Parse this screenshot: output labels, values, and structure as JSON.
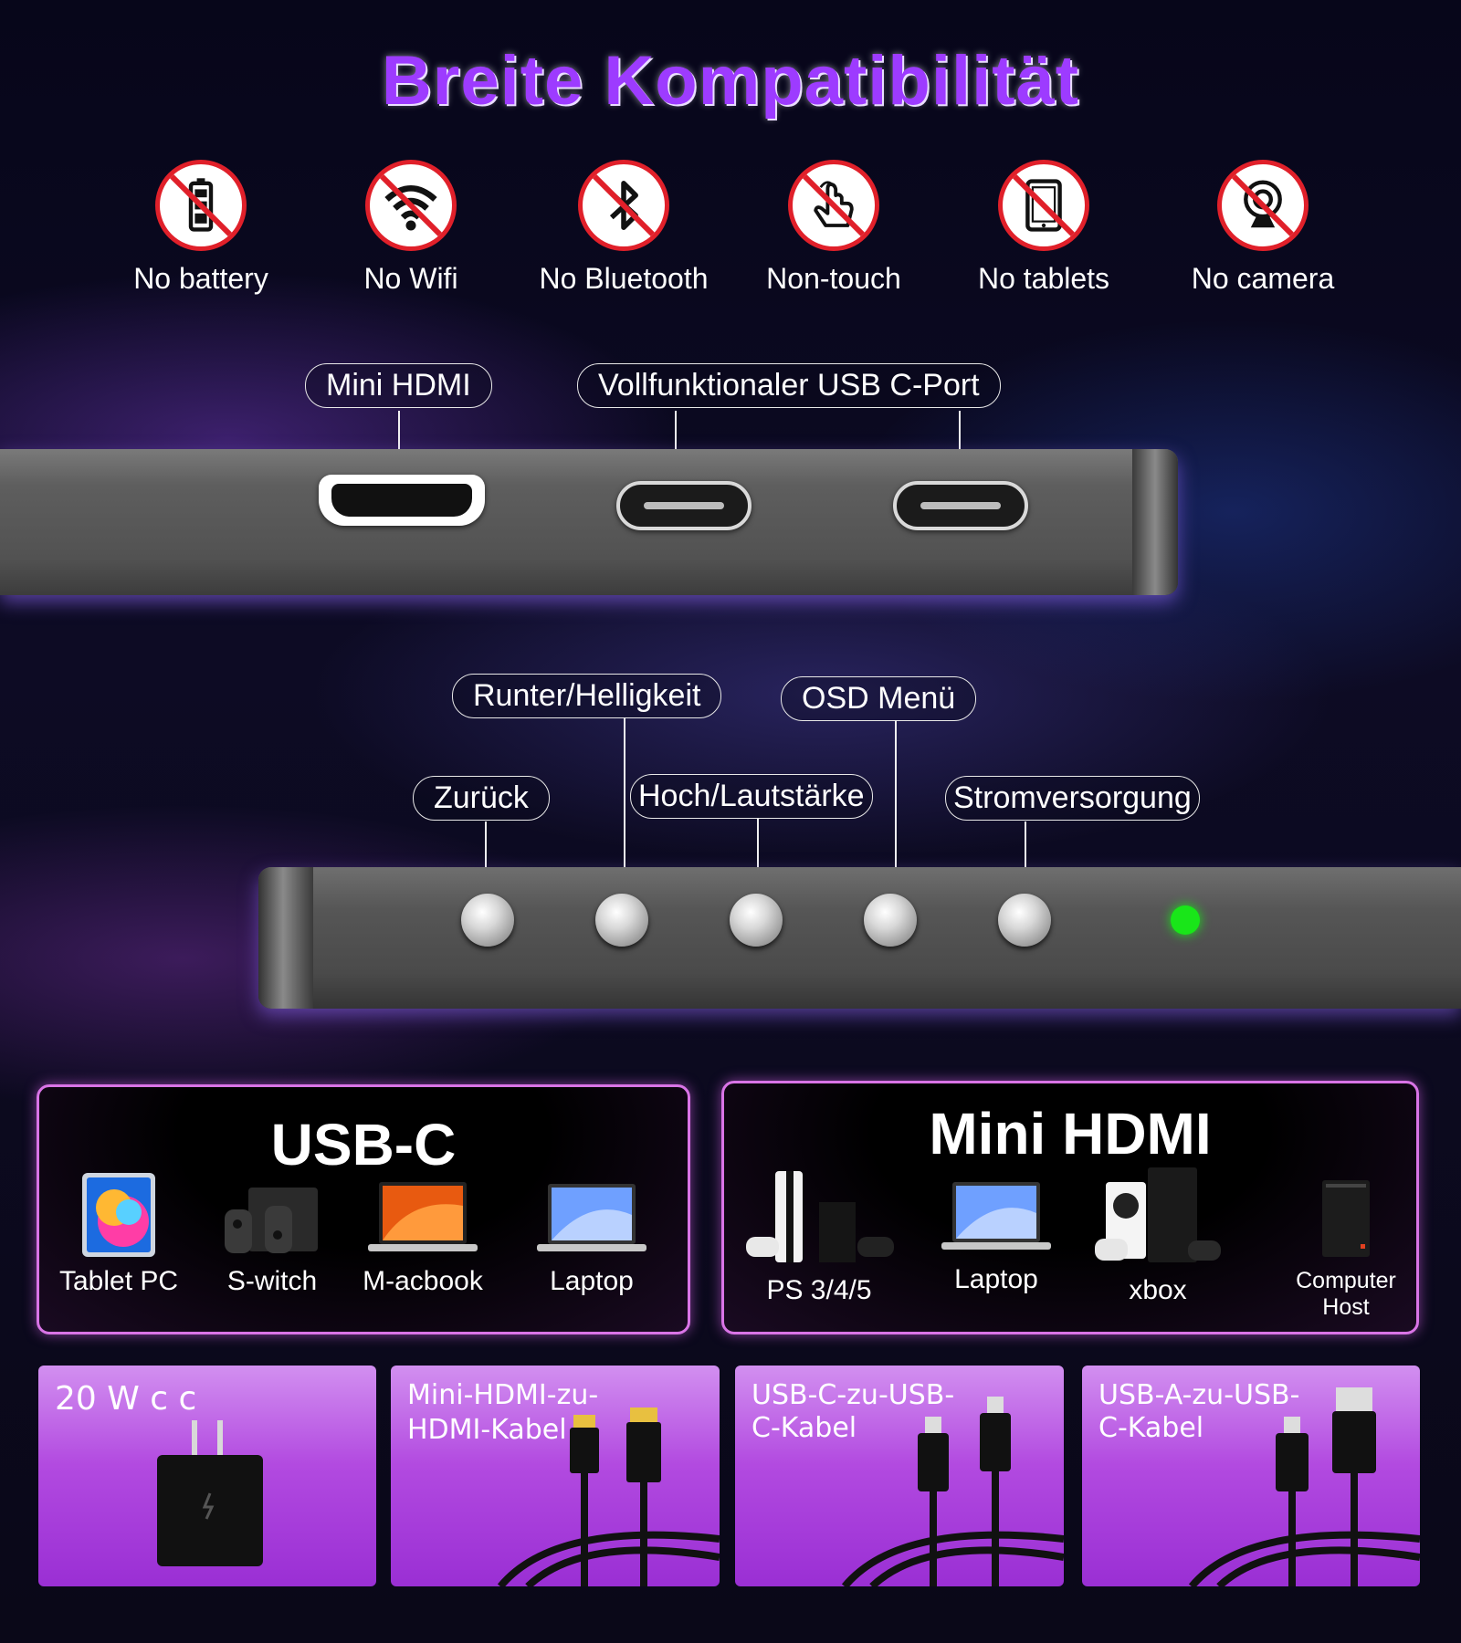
{
  "title": "Breite Kompatibilität",
  "features": [
    {
      "label": "No battery",
      "icon": "battery-icon"
    },
    {
      "label": "No Wifi",
      "icon": "wifi-icon"
    },
    {
      "label": "No Bluetooth",
      "icon": "bluetooth-icon"
    },
    {
      "label": "Non-touch",
      "icon": "touch-hand-icon"
    },
    {
      "label": "No tablets",
      "icon": "tablet-icon"
    },
    {
      "label": "No camera",
      "icon": "webcam-icon"
    }
  ],
  "ports": {
    "hdmi_label": "Mini HDMI",
    "usbc_label": "Vollfunktionaler USB C-Port"
  },
  "buttons": {
    "back": "Zurück",
    "down": "Runter/Helligkeit",
    "up": "Hoch/Lautstärke",
    "menu": "OSD Menü",
    "power": "Stromversorgung"
  },
  "panels": {
    "usbc": {
      "title": "USB-C",
      "devices": [
        "Tablet PC",
        "S-witch",
        "M-acbook",
        "Laptop"
      ]
    },
    "hdmi": {
      "title": "Mini HDMI",
      "devices": [
        "PS 3/4/5",
        "Laptop",
        "xbox"
      ],
      "host_line1": "Computer",
      "host_line2": "Host"
    }
  },
  "accessories": {
    "charger": "20 W c c",
    "hdmi_cable_1": "Mini-HDMI-zu-",
    "hdmi_cable_2": "HDMI-Kabel",
    "usbc_cable_1": "USB-C-zu-USB-",
    "usbc_cable_2": "C-Kabel",
    "usba_cable_1": "USB-A-zu-USB-",
    "usba_cable_2": "C-Kabel"
  },
  "colors": {
    "title": "#9d3bff",
    "forbidden_red": "#e0202a",
    "panel_border": "#d974e6",
    "led_green": "#19e619",
    "card_purple": "#b24ae0"
  }
}
